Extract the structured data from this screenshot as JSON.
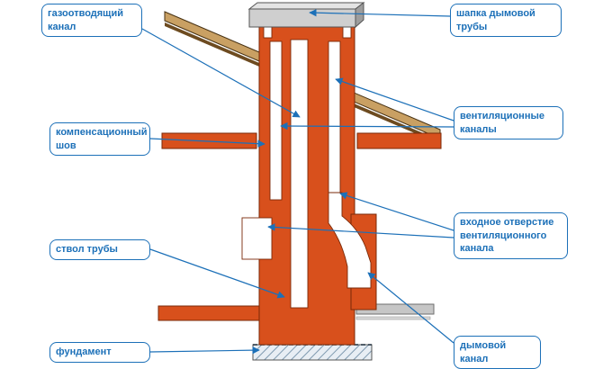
{
  "diagram": {
    "labels": {
      "gas_channel": {
        "text": "газоотводящий канал"
      },
      "cap": {
        "text": "шапка дымовой трубы"
      },
      "expansion_joint": {
        "text": "компенсационный шов"
      },
      "vent_channels": {
        "text": "вентиляционные каналы"
      },
      "vent_inlet": {
        "text": "входное отверстие вентиляционного канала"
      },
      "trunk": {
        "text": "ствол трубы"
      },
      "smoke_channel": {
        "text": "дымовой канал"
      },
      "foundation": {
        "text": "фундамент"
      }
    },
    "colors": {
      "accent": "#1c70b8",
      "brick": "#d8501c",
      "brick_outline": "#7a2a08",
      "roof_wood": "#c9a063",
      "cap_gray": "#cfcfcf",
      "slab_gray": "#c6c6c6"
    }
  }
}
